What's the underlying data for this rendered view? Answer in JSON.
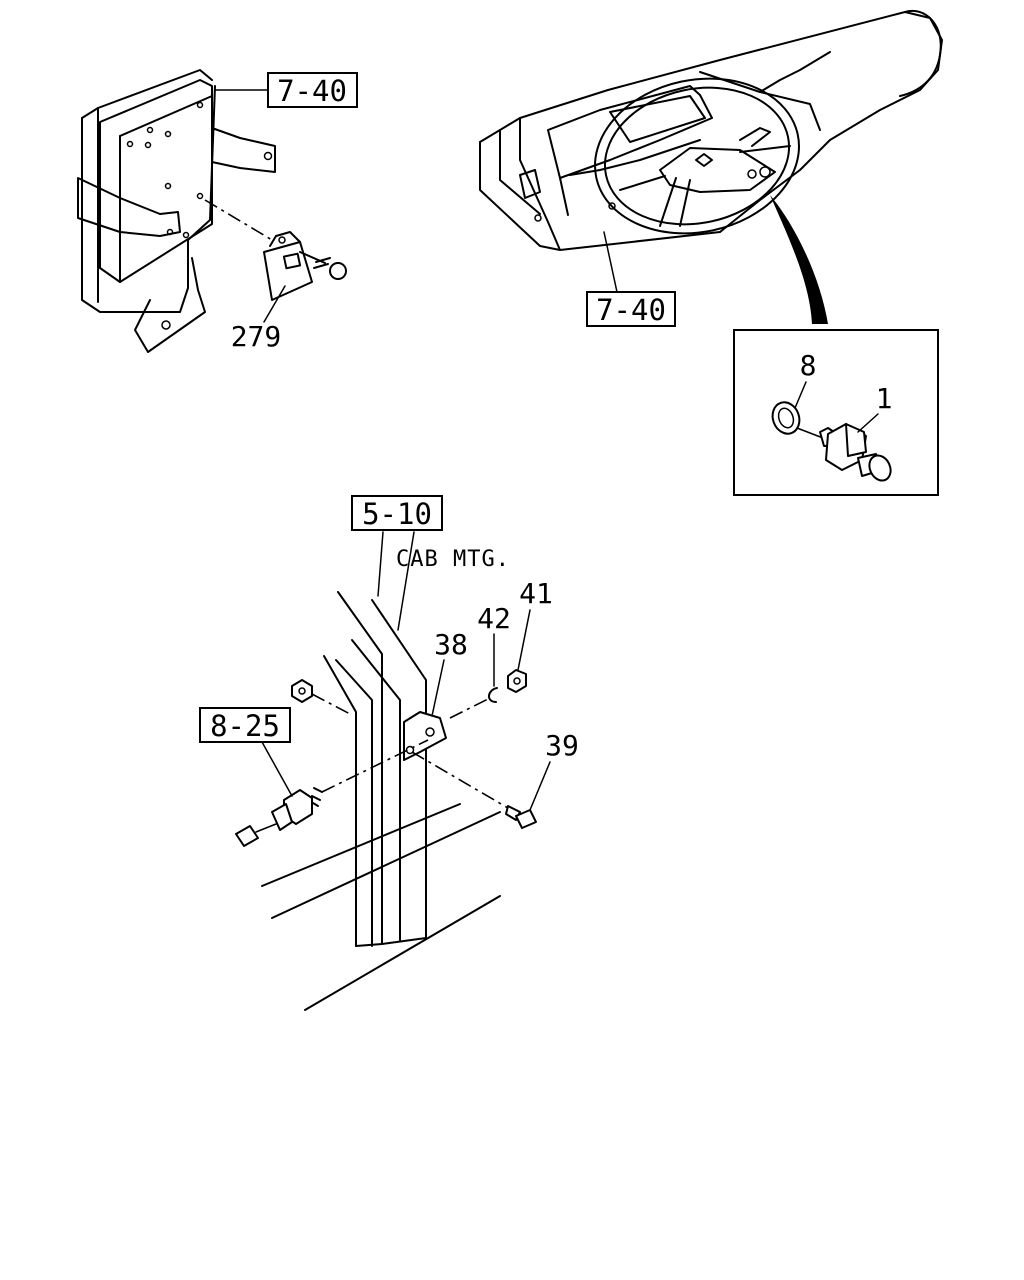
{
  "references": {
    "seat_belt_ref": "7-40",
    "dash_ref": "7-40",
    "cab_ref": "5-10",
    "harness_ref": "8-25"
  },
  "notes": {
    "cab_mount": "CAB MTG."
  },
  "callouts": {
    "buckle": "279",
    "seal_ring": "8",
    "switch": "1",
    "bracket": "38",
    "clip": "42",
    "nut": "41",
    "bolt": "39"
  }
}
